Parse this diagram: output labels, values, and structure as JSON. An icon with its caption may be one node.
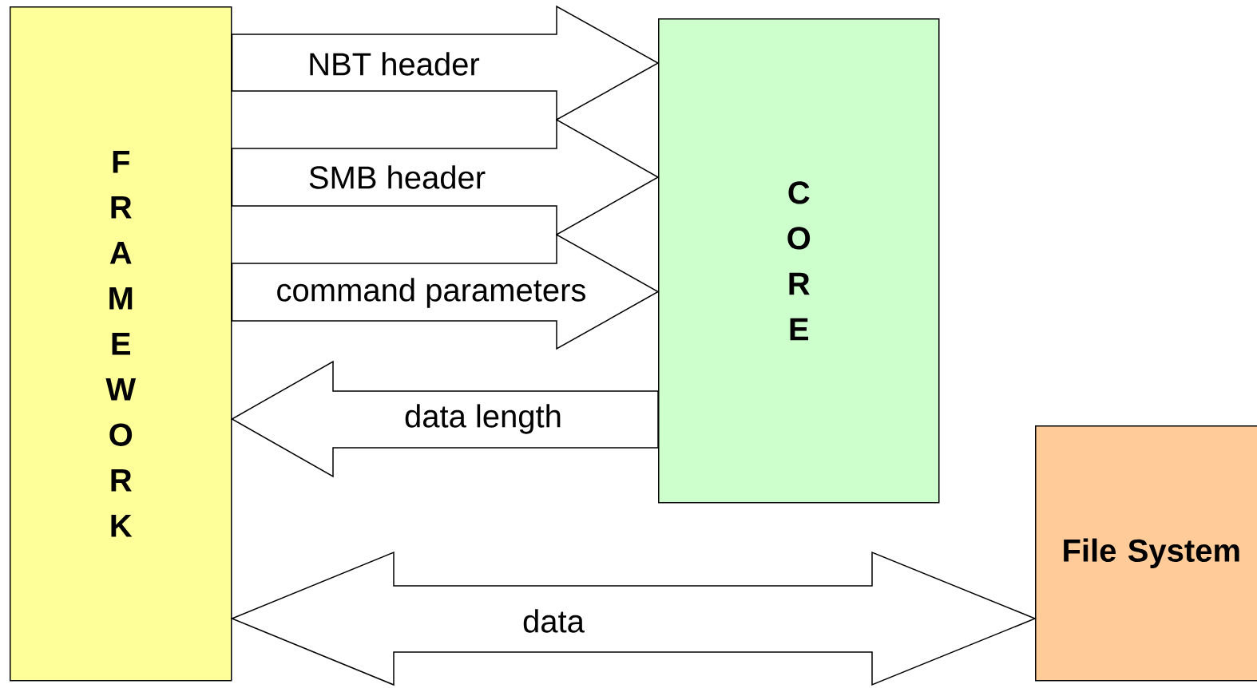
{
  "diagram": {
    "nodes": [
      {
        "text": [
          "FRAMEWORK"
        ]
      },
      {
        "text": [
          "CORE"
        ]
      },
      {
        "text": [
          "File System"
        ]
      }
    ],
    "edges": [
      {
        "from": 0,
        "to": 1,
        "arrow": "to",
        "label": "NBT header"
      },
      {
        "from": 0,
        "to": 1,
        "arrow": "to",
        "label": "SMB header"
      },
      {
        "from": 0,
        "to": 1,
        "arrow": "to",
        "label": "command parameters"
      },
      {
        "from": 1,
        "to": 0,
        "arrow": "to",
        "label": "data length"
      },
      {
        "from": 0,
        "to": 2,
        "arrow": "both",
        "label": "data"
      }
    ]
  }
}
